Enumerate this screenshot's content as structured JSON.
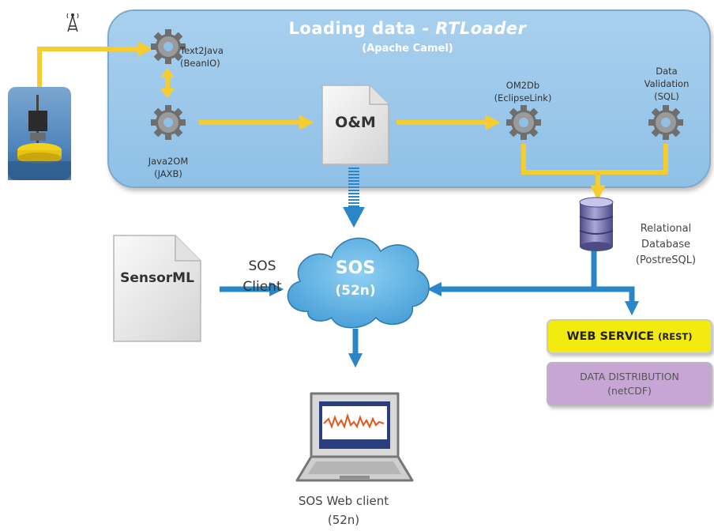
{
  "panel": {
    "title_prefix": "Loading data - ",
    "title_emph": "RTLoader",
    "subtitle": "(Apache Camel)"
  },
  "components": {
    "text2java": {
      "line1": "Text2Java",
      "line2": "(BeanIO)"
    },
    "java2om": {
      "line1": "Java2OM",
      "line2": "(JAXB)"
    },
    "om_doc": "O&M",
    "om2db": {
      "line1": "OM2Db",
      "line2": "(EclipseLink)"
    },
    "validation": {
      "line1": "Data",
      "line2": "Validation",
      "line3": "(SQL)"
    }
  },
  "database": {
    "line1": "Relational",
    "line2": "Database",
    "line3": "(PostreSQL)"
  },
  "sensorml": "SensorML",
  "sos_client": {
    "line1": "SOS",
    "line2": "Client"
  },
  "sos": {
    "line1": "SOS",
    "line2": "(52n)"
  },
  "web_service": {
    "main": "WEB SERVICE",
    "suffix": "(REST)"
  },
  "data_distribution": {
    "line1": "DATA DISTRIBUTION",
    "line2": "(netCDF)"
  },
  "web_client": {
    "line1": "SOS Web client",
    "line2": "(52n)"
  },
  "colors": {
    "panel": "#a9d0ee",
    "flow_yellow": "#f7cd2e",
    "flow_blue": "#2b86c8",
    "web_service_box": "#f3ea10",
    "distribution_box": "#c7a6d6",
    "cloud": "#5fb2e4"
  },
  "icons": [
    "antenna-icon",
    "buoy-image",
    "gear-icon",
    "document-icon",
    "database-icon",
    "cloud-shape",
    "laptop-icon"
  ]
}
